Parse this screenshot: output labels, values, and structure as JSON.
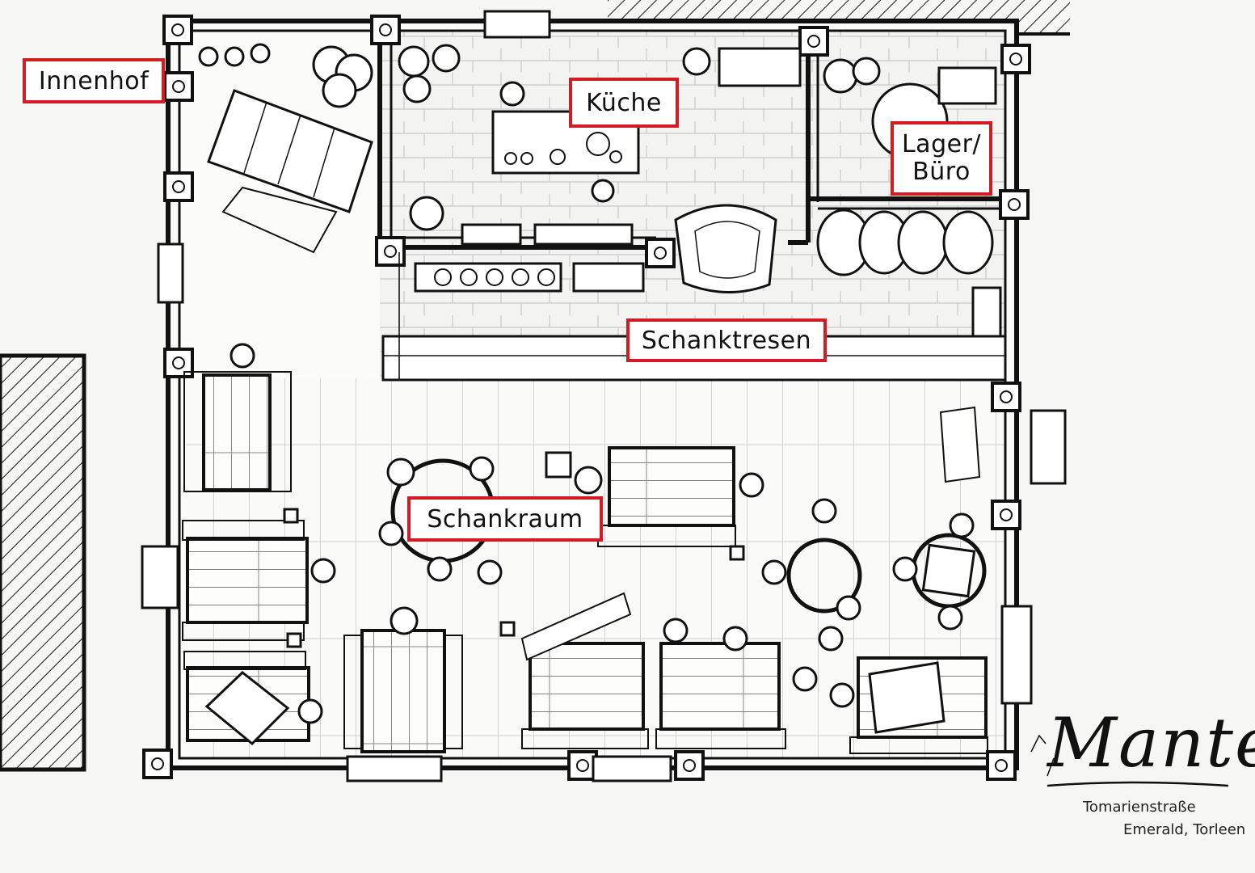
{
  "rooms": {
    "innenhof": "Innenhof",
    "kueche": "Küche",
    "lager": "Lager/\nBüro",
    "schanktresen": "Schanktresen",
    "schankraum": "Schankraum"
  },
  "map": {
    "title": "Mantel",
    "address_line1": "Tomarienstraße",
    "address_line2": "Emerald, Torleen"
  },
  "colors": {
    "ink": "#111111",
    "paper": "#f6f6f4",
    "label_border": "#d21c24"
  }
}
